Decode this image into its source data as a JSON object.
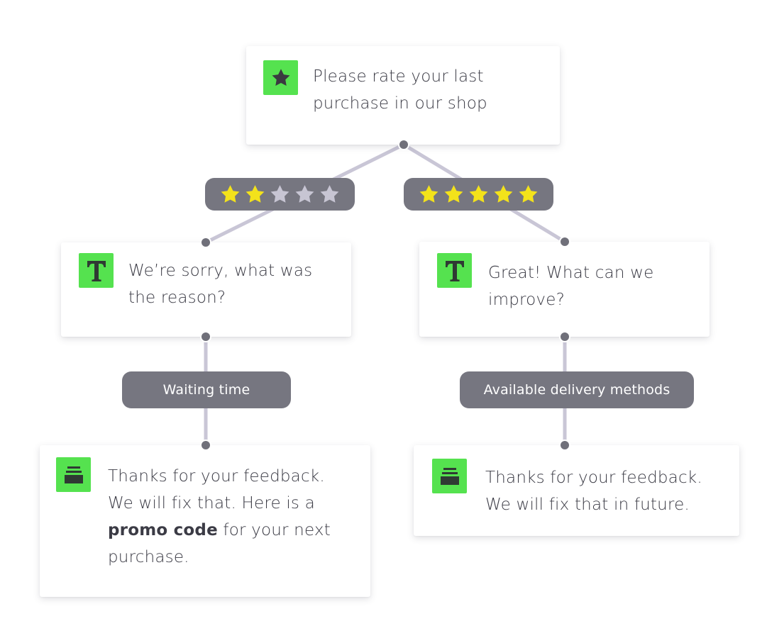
{
  "root": {
    "icon": "star-icon",
    "line1": "Please rate your last",
    "line2": "purchase in our shop"
  },
  "branches": {
    "left": {
      "rating": {
        "filled": 2,
        "total": 5
      },
      "question": {
        "icon": "text-t-icon",
        "line1": "We’re sorry, what was",
        "line2": "the reason?"
      },
      "answer_label": "Waiting time",
      "result": {
        "icon": "inbox-icon",
        "line1": "Thanks for your feedback.",
        "line2": "We will fix that. Here is a",
        "line3_bold": "promo code",
        "line3_rest": " for your next",
        "line4": "purchase."
      }
    },
    "right": {
      "rating": {
        "filled": 5,
        "total": 5
      },
      "question": {
        "icon": "text-t-icon",
        "line1": "Great! What can we",
        "line2": "improve?"
      },
      "answer_label": "Available delivery methods",
      "result": {
        "icon": "inbox-icon",
        "line1": "Thanks for your feedback.",
        "line2": "We will fix that in future."
      }
    }
  },
  "colors": {
    "accent_green": "#55e24f",
    "pill_gray": "#767680",
    "connector": "#c9c6d6",
    "star_filled": "#f3e21b",
    "star_empty": "#c7c5d3",
    "text": "#3b3b45"
  }
}
